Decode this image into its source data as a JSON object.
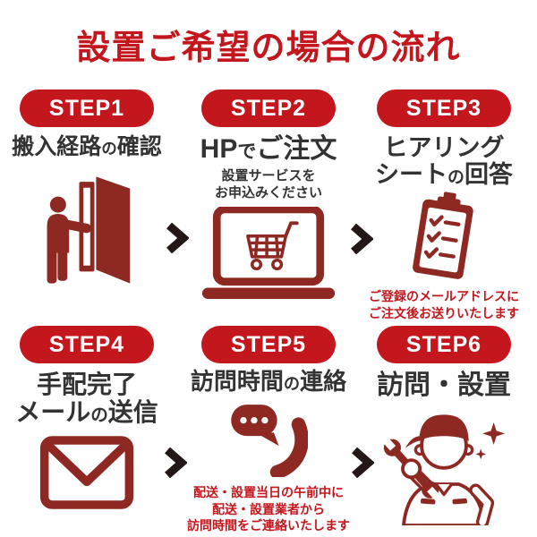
{
  "title": "設置ご希望の場合の流れ",
  "colors": {
    "accent_red": "#C3161D",
    "icon_dark_red": "#8E2823",
    "text_dark": "#333333",
    "arrow_black": "#231815"
  },
  "steps": [
    {
      "badge": "STEP1",
      "heading": "搬入経路の確認",
      "sub": "",
      "note": "",
      "icon": "person-opening-door"
    },
    {
      "badge": "STEP2",
      "heading": "HPでご注文",
      "sub": "設置サービスを\nお申込みください",
      "note": "",
      "icon": "laptop-shopping-cart"
    },
    {
      "badge": "STEP3",
      "heading": "ヒアリング\nシートの回答",
      "sub": "",
      "note": "ご登録のメールアドレスに\nご注文後お送りいたします",
      "icon": "checklist-clipboard"
    },
    {
      "badge": "STEP4",
      "heading": "手配完了\nメールの送信",
      "sub": "",
      "note": "",
      "icon": "envelope"
    },
    {
      "badge": "STEP5",
      "heading": "訪問時間の連絡",
      "sub": "",
      "note": "配送・設置当日の午前中に\n配送・設置業者から\n訪問時間をご連絡いたします",
      "icon": "phone-chat-bubble"
    },
    {
      "badge": "STEP6",
      "heading": "訪問・設置",
      "sub": "",
      "note": "",
      "icon": "service-worker-wrench"
    }
  ]
}
